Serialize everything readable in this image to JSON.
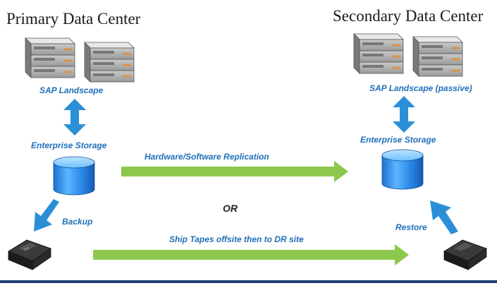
{
  "primary": {
    "title": "Primary Data Center",
    "landscape_label": "SAP  Landscape",
    "storage_label": "Enterprise Storage",
    "backup_label": "Backup"
  },
  "secondary": {
    "title": "Secondary Data Center",
    "landscape_label": "SAP  Landscape (passive)",
    "storage_label": "Enterprise Storage",
    "restore_label": "Restore"
  },
  "links": {
    "replication_label": "Hardware/Software Replication",
    "or_label": "OR",
    "ship_label": "Ship Tapes offsite then  to DR site"
  },
  "colors": {
    "blue_label": "#1f6fb8",
    "arrow_blue": "#2a8fd6",
    "arrow_green": "#8cc84b",
    "rule": "#1c3f78"
  },
  "icons": {
    "server": "server-rack-icon",
    "storage": "database-cylinder-icon",
    "tape": "tape-cartridge-icon"
  }
}
